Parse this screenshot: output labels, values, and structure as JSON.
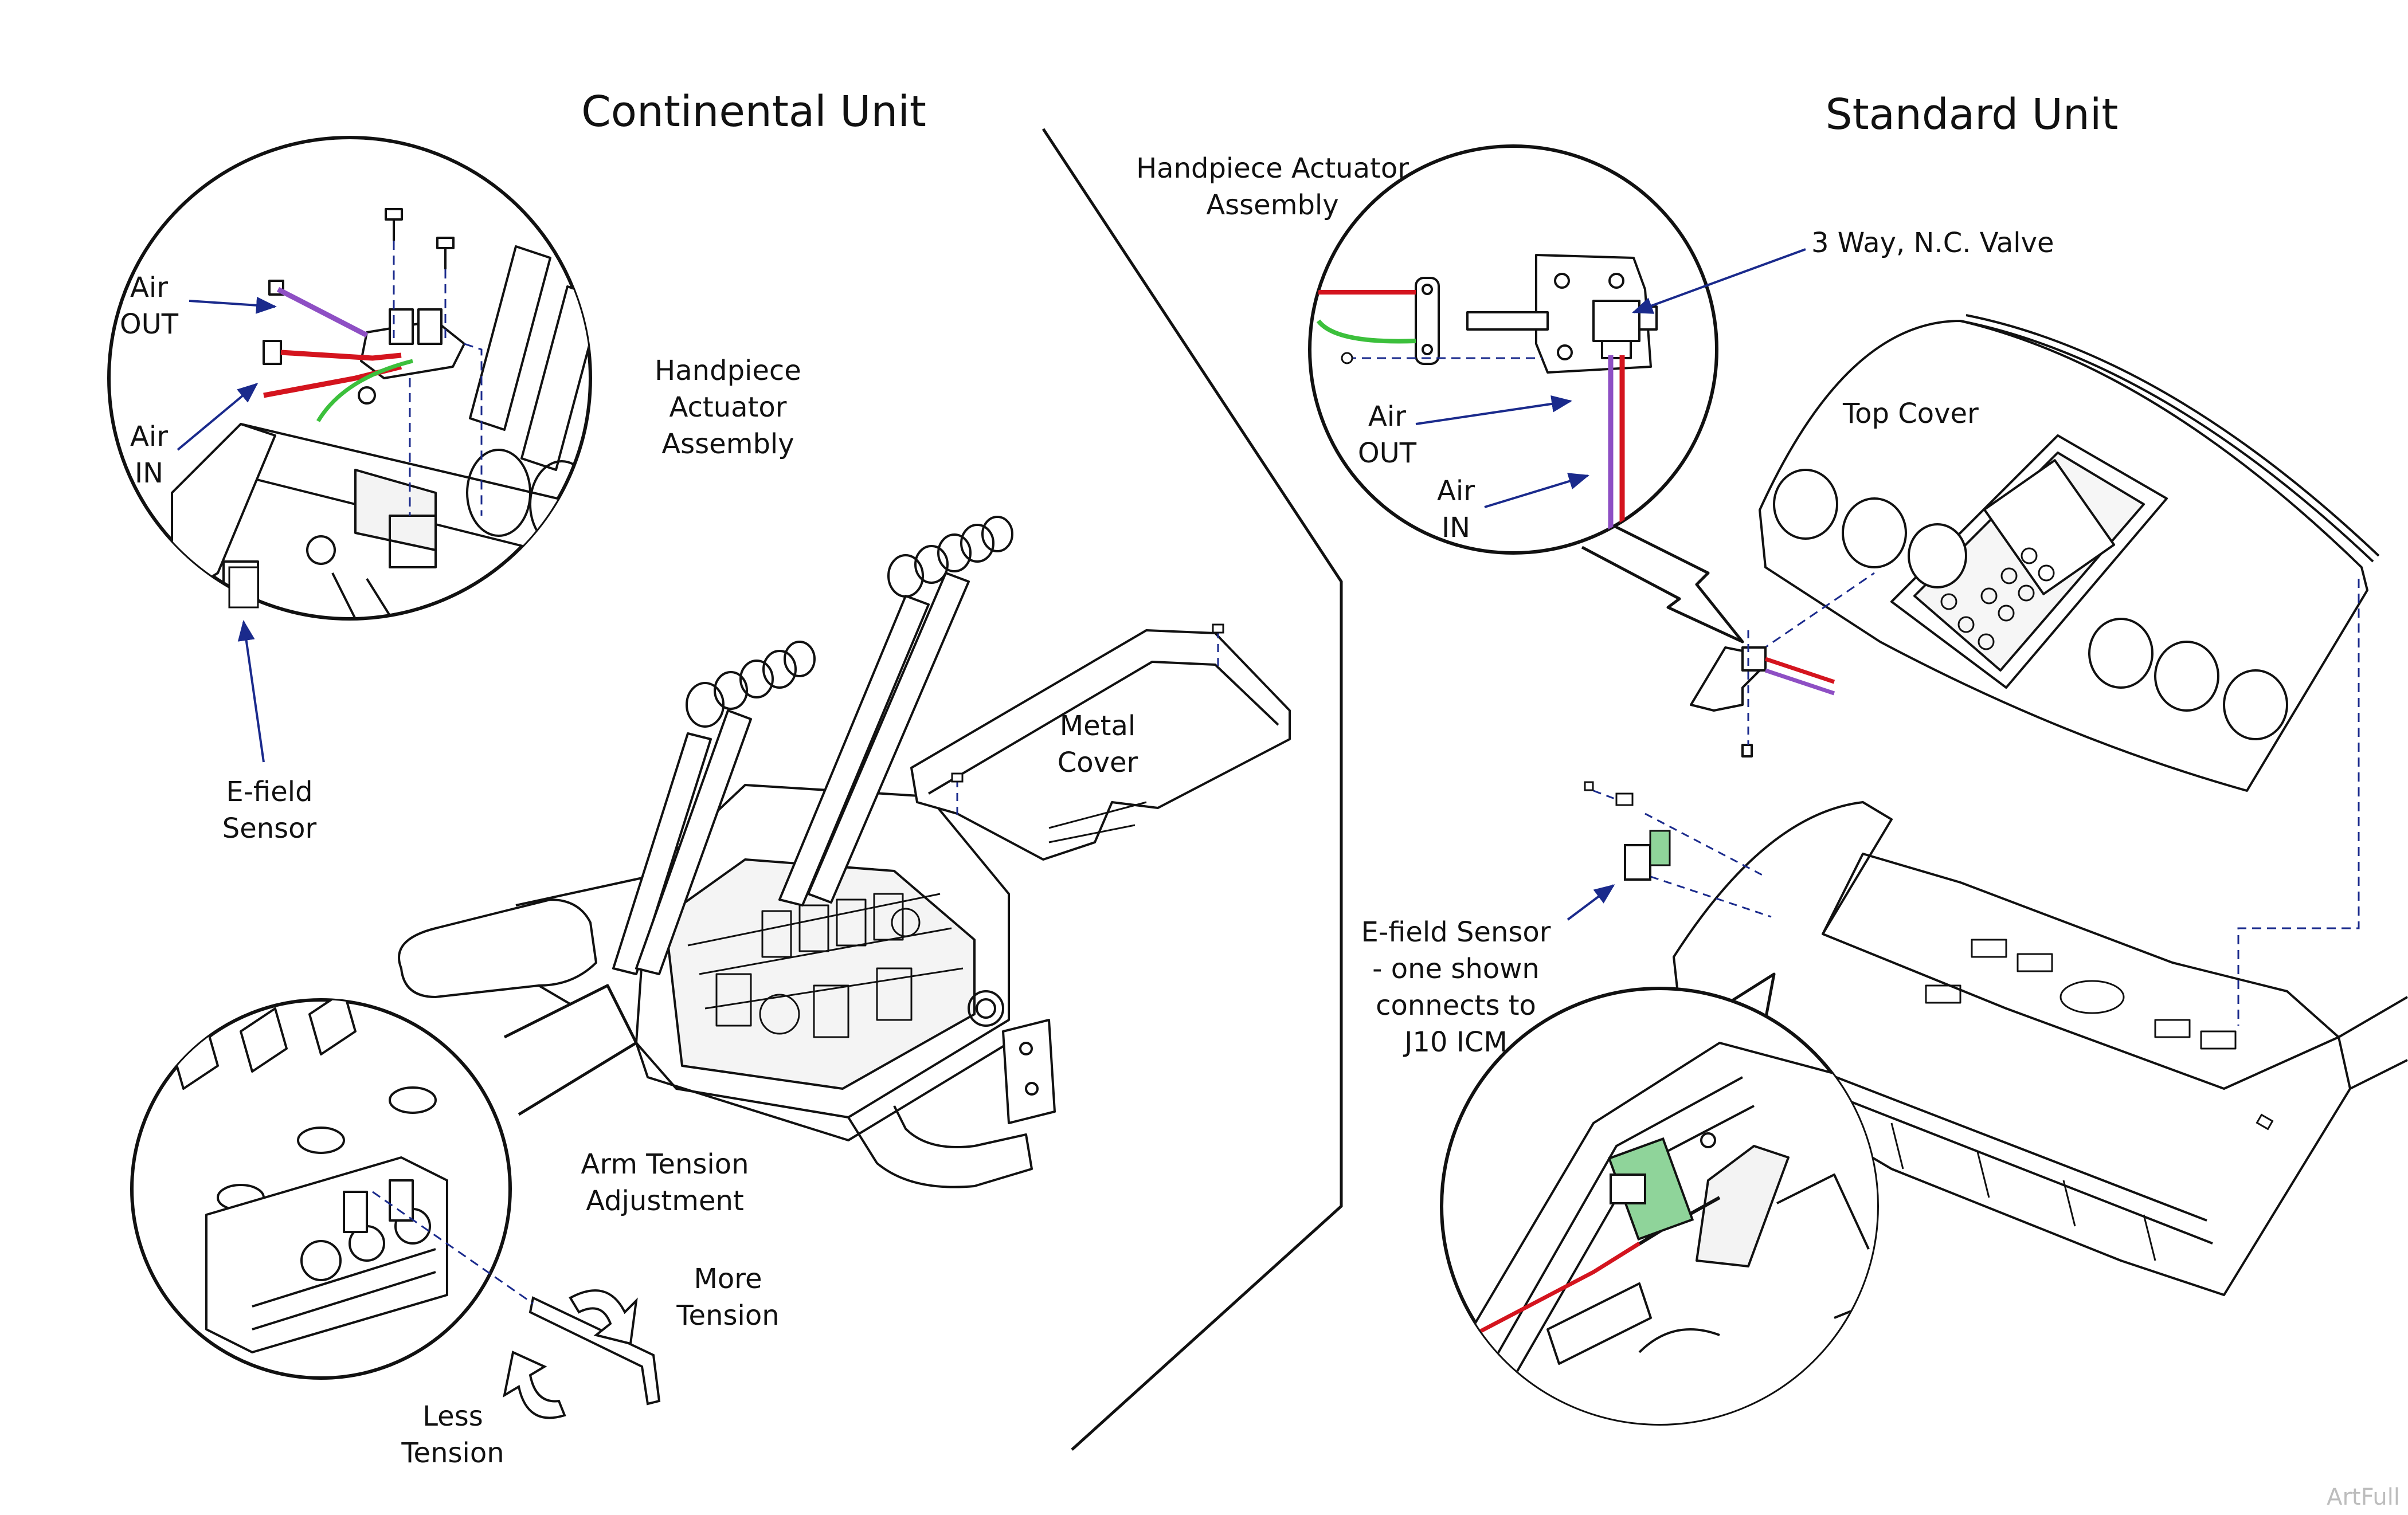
{
  "titles": {
    "continental": "Continental Unit",
    "standard": "Standard Unit"
  },
  "continental": {
    "air_out": [
      "Air",
      "OUT"
    ],
    "air_in": [
      "Air",
      "IN"
    ],
    "handpiece_actuator": [
      "Handpiece",
      "Actuator",
      "Assembly"
    ],
    "efield_sensor": [
      "E-field",
      "Sensor"
    ],
    "metal_cover": [
      "Metal",
      "Cover"
    ],
    "arm_tension": [
      "Arm Tension",
      "Adjustment"
    ],
    "more_tension": [
      "More",
      "Tension"
    ],
    "less_tension": [
      "Less",
      "Tension"
    ]
  },
  "standard": {
    "handpiece_actuator": [
      "Handpiece Actuator",
      "Assembly"
    ],
    "valve": "3 Way, N.C. Valve",
    "top_cover": "Top Cover",
    "air_out": [
      "Air",
      "OUT"
    ],
    "air_in": [
      "Air",
      "IN"
    ],
    "efield_sensor": [
      "E-field Sensor",
      "- one shown",
      "connects to",
      "J10 ICM"
    ]
  },
  "watermark": "ArtFull",
  "colors": {
    "line": "#111111",
    "leader": "#1a2a8c",
    "air_red": "#d4141e",
    "air_purple": "#8e4fc4",
    "wire_green": "#3cc03c",
    "pcb_green": "#8fd49a"
  }
}
